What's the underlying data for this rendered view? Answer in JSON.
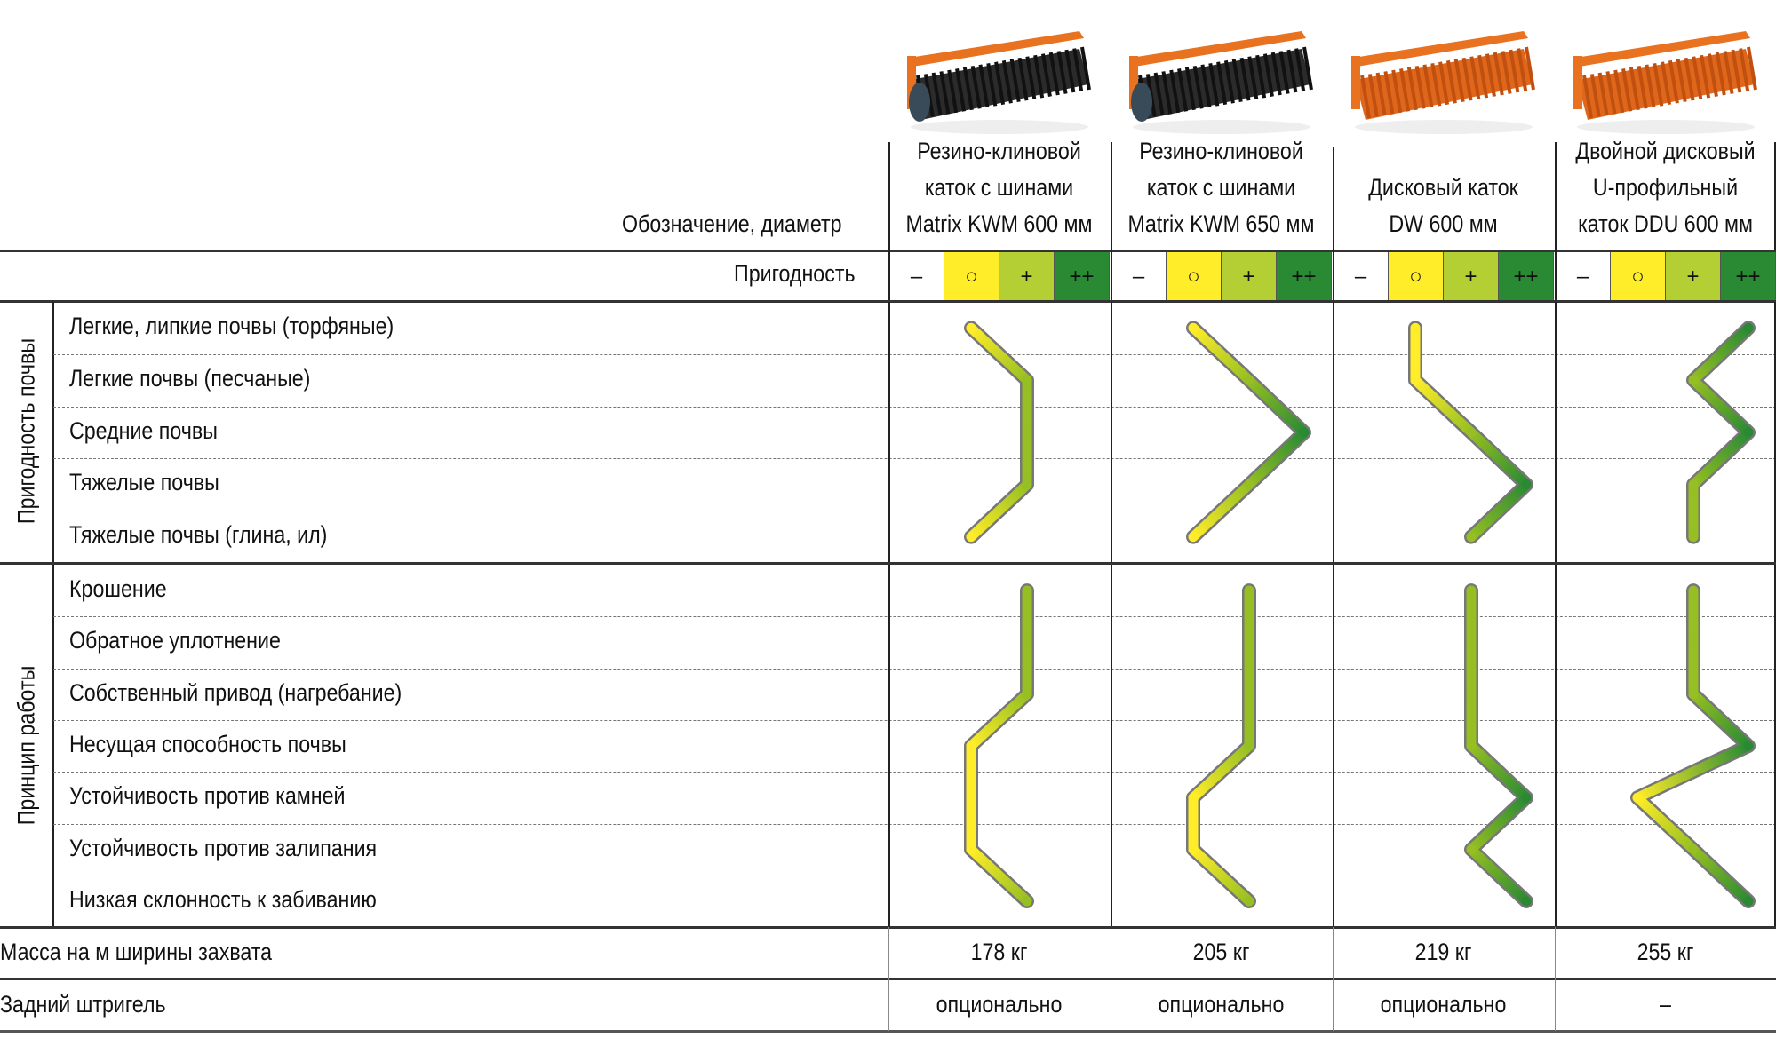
{
  "header": {
    "designation_label": "Обозначение, диаметр",
    "suitability_label": "Пригодность"
  },
  "scale": {
    "levels": [
      "–",
      "○",
      "+",
      "++"
    ],
    "colors": [
      "#ffffff",
      "#ffed29",
      "#b3cf34",
      "#2a8a34"
    ]
  },
  "products": [
    {
      "title_lines": [
        "Резино-клиновой",
        "каток с шинами",
        "Matrix KWM 600 мм"
      ],
      "title_small": [
        "",
        "с шинами",
        "Matrix"
      ],
      "image": "rubber-wedge-roller-kwm600-image",
      "mass": "178 кг",
      "harrow": "опционально",
      "soil": [
        1,
        2,
        2,
        2,
        1
      ],
      "work": [
        2,
        2,
        2,
        1,
        1,
        1,
        2
      ]
    },
    {
      "title_lines": [
        "Резино-клиновой",
        "каток с шинами",
        "Matrix KWM 650 мм"
      ],
      "title_small": [
        "",
        "с шинами",
        "Matrix"
      ],
      "image": "rubber-wedge-roller-kwm650-image",
      "mass": "205 кг",
      "harrow": "опционально",
      "soil": [
        1,
        2,
        3,
        2,
        1
      ],
      "work": [
        2,
        2,
        2,
        2,
        1,
        1,
        2
      ]
    },
    {
      "title_lines": [
        "",
        "Дисковый каток",
        "DW 600 мм"
      ],
      "title_small": [
        "",
        "",
        ""
      ],
      "image": "disc-roller-dw600-image",
      "mass": "219 кг",
      "harrow": "опционально",
      "soil": [
        1,
        1,
        2,
        3,
        2
      ],
      "work": [
        2,
        2,
        2,
        2,
        3,
        2,
        3
      ]
    },
    {
      "title_lines": [
        "Двойной дисковый",
        "U-профильный",
        "каток DDU 600 мм"
      ],
      "title_small": [
        "",
        "",
        ""
      ],
      "image": "double-disc-u-roller-ddu600-image",
      "mass": "255 кг",
      "harrow": "–",
      "soil": [
        3,
        2,
        3,
        2,
        2
      ],
      "work": [
        2,
        2,
        2,
        3,
        1,
        2,
        3
      ]
    }
  ],
  "soil_section": {
    "title": "Пригодность почвы",
    "rows": [
      "Легкие, липкие почвы (торфяные)",
      "Легкие почвы (песчаные)",
      "Средние почвы",
      "Тяжелые почвы",
      "Тяжелые почвы (глина, ил)"
    ]
  },
  "work_section": {
    "title": "Принцип работы",
    "rows": [
      "Крошение",
      "Обратное уплотнение",
      "Собственный привод (нагребание)",
      "Несущая способность почвы",
      "Устойчивость против камней",
      "Устойчивость против залипания",
      "Низкая склонность к забиванию"
    ]
  },
  "mass_row": {
    "label": "Масса на м ширины захвата"
  },
  "harrow_row": {
    "label": "Задний штригель"
  }
}
